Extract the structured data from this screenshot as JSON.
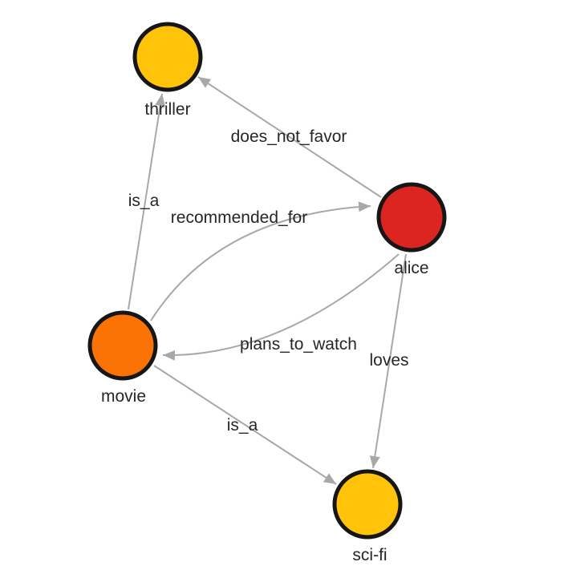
{
  "colors": {
    "background": "#ffffff",
    "edge": "#a8a8a8",
    "node_border": "#161616",
    "label": "#262626",
    "node_gold": "#ffc30a",
    "node_red": "#dc2421",
    "node_orange": "#fb7304"
  },
  "nodes": [
    {
      "id": "thriller",
      "label": "thriller",
      "color": "#ffc30a"
    },
    {
      "id": "alice",
      "label": "alice",
      "color": "#dc2421"
    },
    {
      "id": "movie",
      "label": "movie",
      "color": "#fb7304"
    },
    {
      "id": "sci-fi",
      "label": "sci-fi",
      "color": "#ffc30a"
    }
  ],
  "edges": [
    {
      "from": "alice",
      "to": "thriller",
      "label": "does_not_favor"
    },
    {
      "from": "movie",
      "to": "thriller",
      "label": "is_a"
    },
    {
      "from": "movie",
      "to": "alice",
      "label": "recommended_for"
    },
    {
      "from": "alice",
      "to": "movie",
      "label": "plans_to_watch"
    },
    {
      "from": "alice",
      "to": "sci-fi",
      "label": "loves"
    },
    {
      "from": "movie",
      "to": "sci-fi",
      "label": "is_a"
    }
  ]
}
